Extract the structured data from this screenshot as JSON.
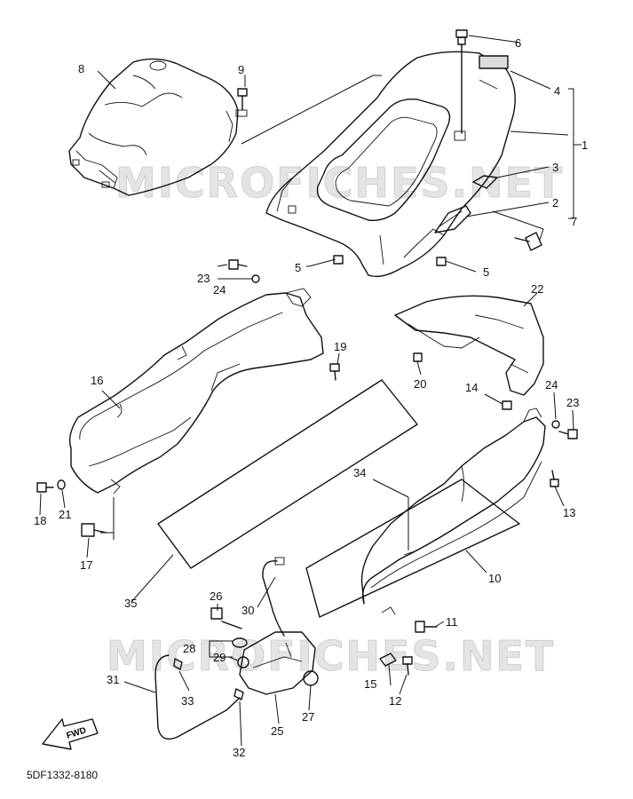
{
  "diagram": {
    "code": "5DF1332-8180",
    "watermark": "MICROFICHES.NET",
    "fwd": "FWD",
    "callouts": [
      "1",
      "2",
      "3",
      "4",
      "5",
      "5",
      "6",
      "7",
      "8",
      "9",
      "10",
      "11",
      "12",
      "13",
      "14",
      "15",
      "16",
      "17",
      "18",
      "19",
      "20",
      "21",
      "22",
      "23",
      "23",
      "24",
      "24",
      "25",
      "26",
      "27",
      "28",
      "29",
      "30",
      "31",
      "32",
      "33",
      "34",
      "35"
    ]
  }
}
